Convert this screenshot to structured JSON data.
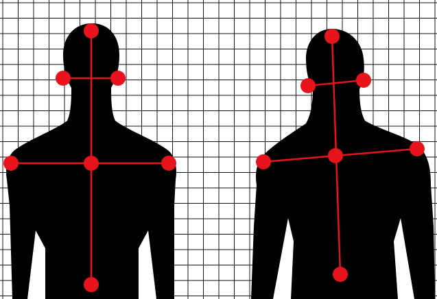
{
  "colors": {
    "background": "#ffffff",
    "grid": "#111111",
    "silhouette": "#000000",
    "marker": "#e8141c",
    "line": "#e8141c"
  },
  "figures": [
    {
      "id": "left",
      "posture": "aligned",
      "markers": [
        "head-top",
        "ear-left",
        "ear-right",
        "shoulder-left",
        "spine-center",
        "shoulder-right",
        "spine-base"
      ]
    },
    {
      "id": "right",
      "posture": "tilted",
      "markers": [
        "head-top",
        "ear-left",
        "ear-right",
        "shoulder-left",
        "spine-center",
        "shoulder-right",
        "spine-base"
      ]
    }
  ]
}
